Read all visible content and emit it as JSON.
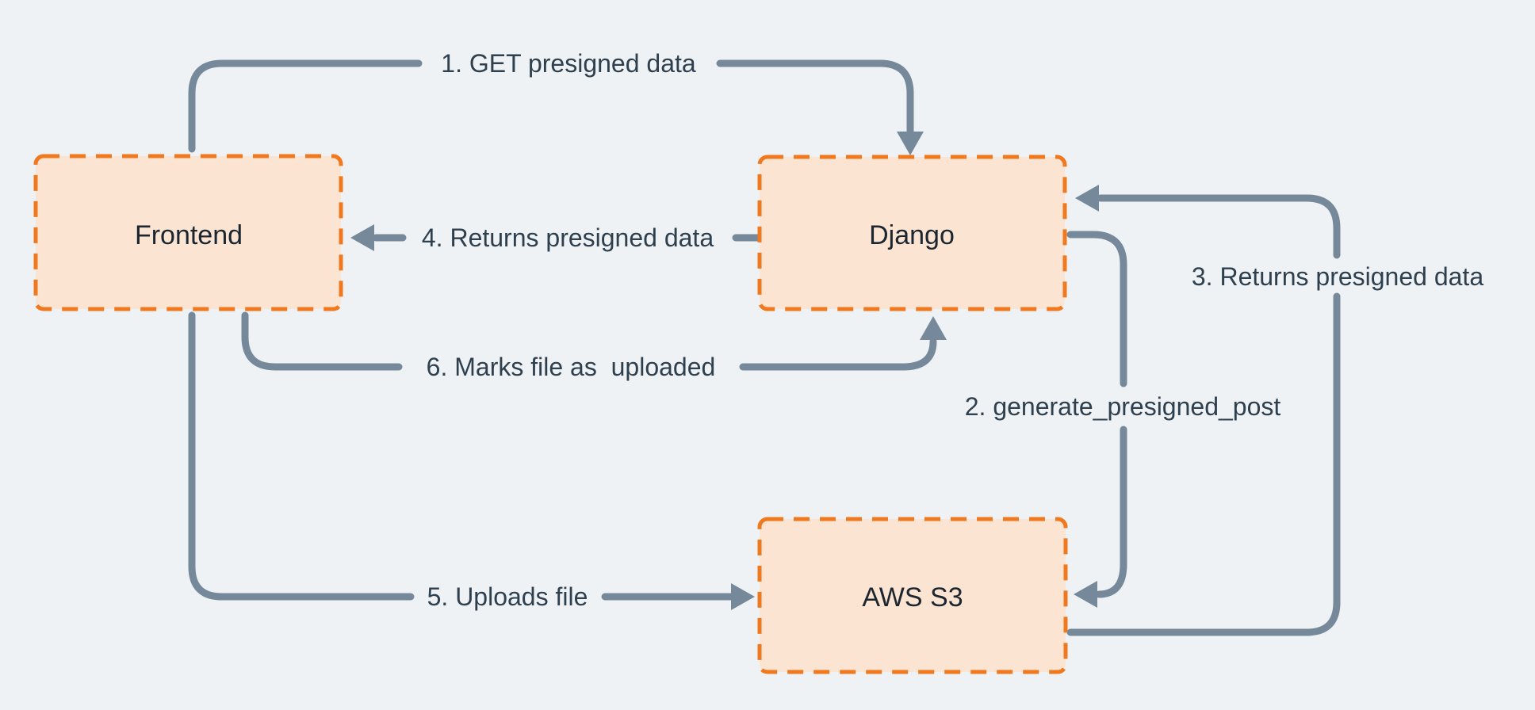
{
  "diagram": {
    "nodes": {
      "frontend": {
        "label": "Frontend"
      },
      "django": {
        "label": "Django"
      },
      "aws_s3": {
        "label": "AWS S3"
      }
    },
    "edges": {
      "step1": {
        "label": "1. GET presigned data",
        "from": "Frontend",
        "to": "Django"
      },
      "step2": {
        "label": "2. generate_presigned_post",
        "from": "Django",
        "to": "AWS S3"
      },
      "step3": {
        "label": "3. Returns presigned data",
        "from": "AWS S3",
        "to": "Django"
      },
      "step4": {
        "label": "4. Returns presigned data",
        "from": "Django",
        "to": "Frontend"
      },
      "step5": {
        "label": "5. Uploads file",
        "from": "Frontend",
        "to": "AWS S3"
      },
      "step6": {
        "label": "6. Marks file as  uploaded",
        "from": "Frontend",
        "to": "Django"
      }
    },
    "colors": {
      "background": "#eef2f5",
      "edge_line": "#76899b",
      "edge_label_text": "#2e3f4e",
      "node_fill": "#fce4d2",
      "node_border": "#f0791f",
      "node_label_text": "#1b2630"
    }
  }
}
